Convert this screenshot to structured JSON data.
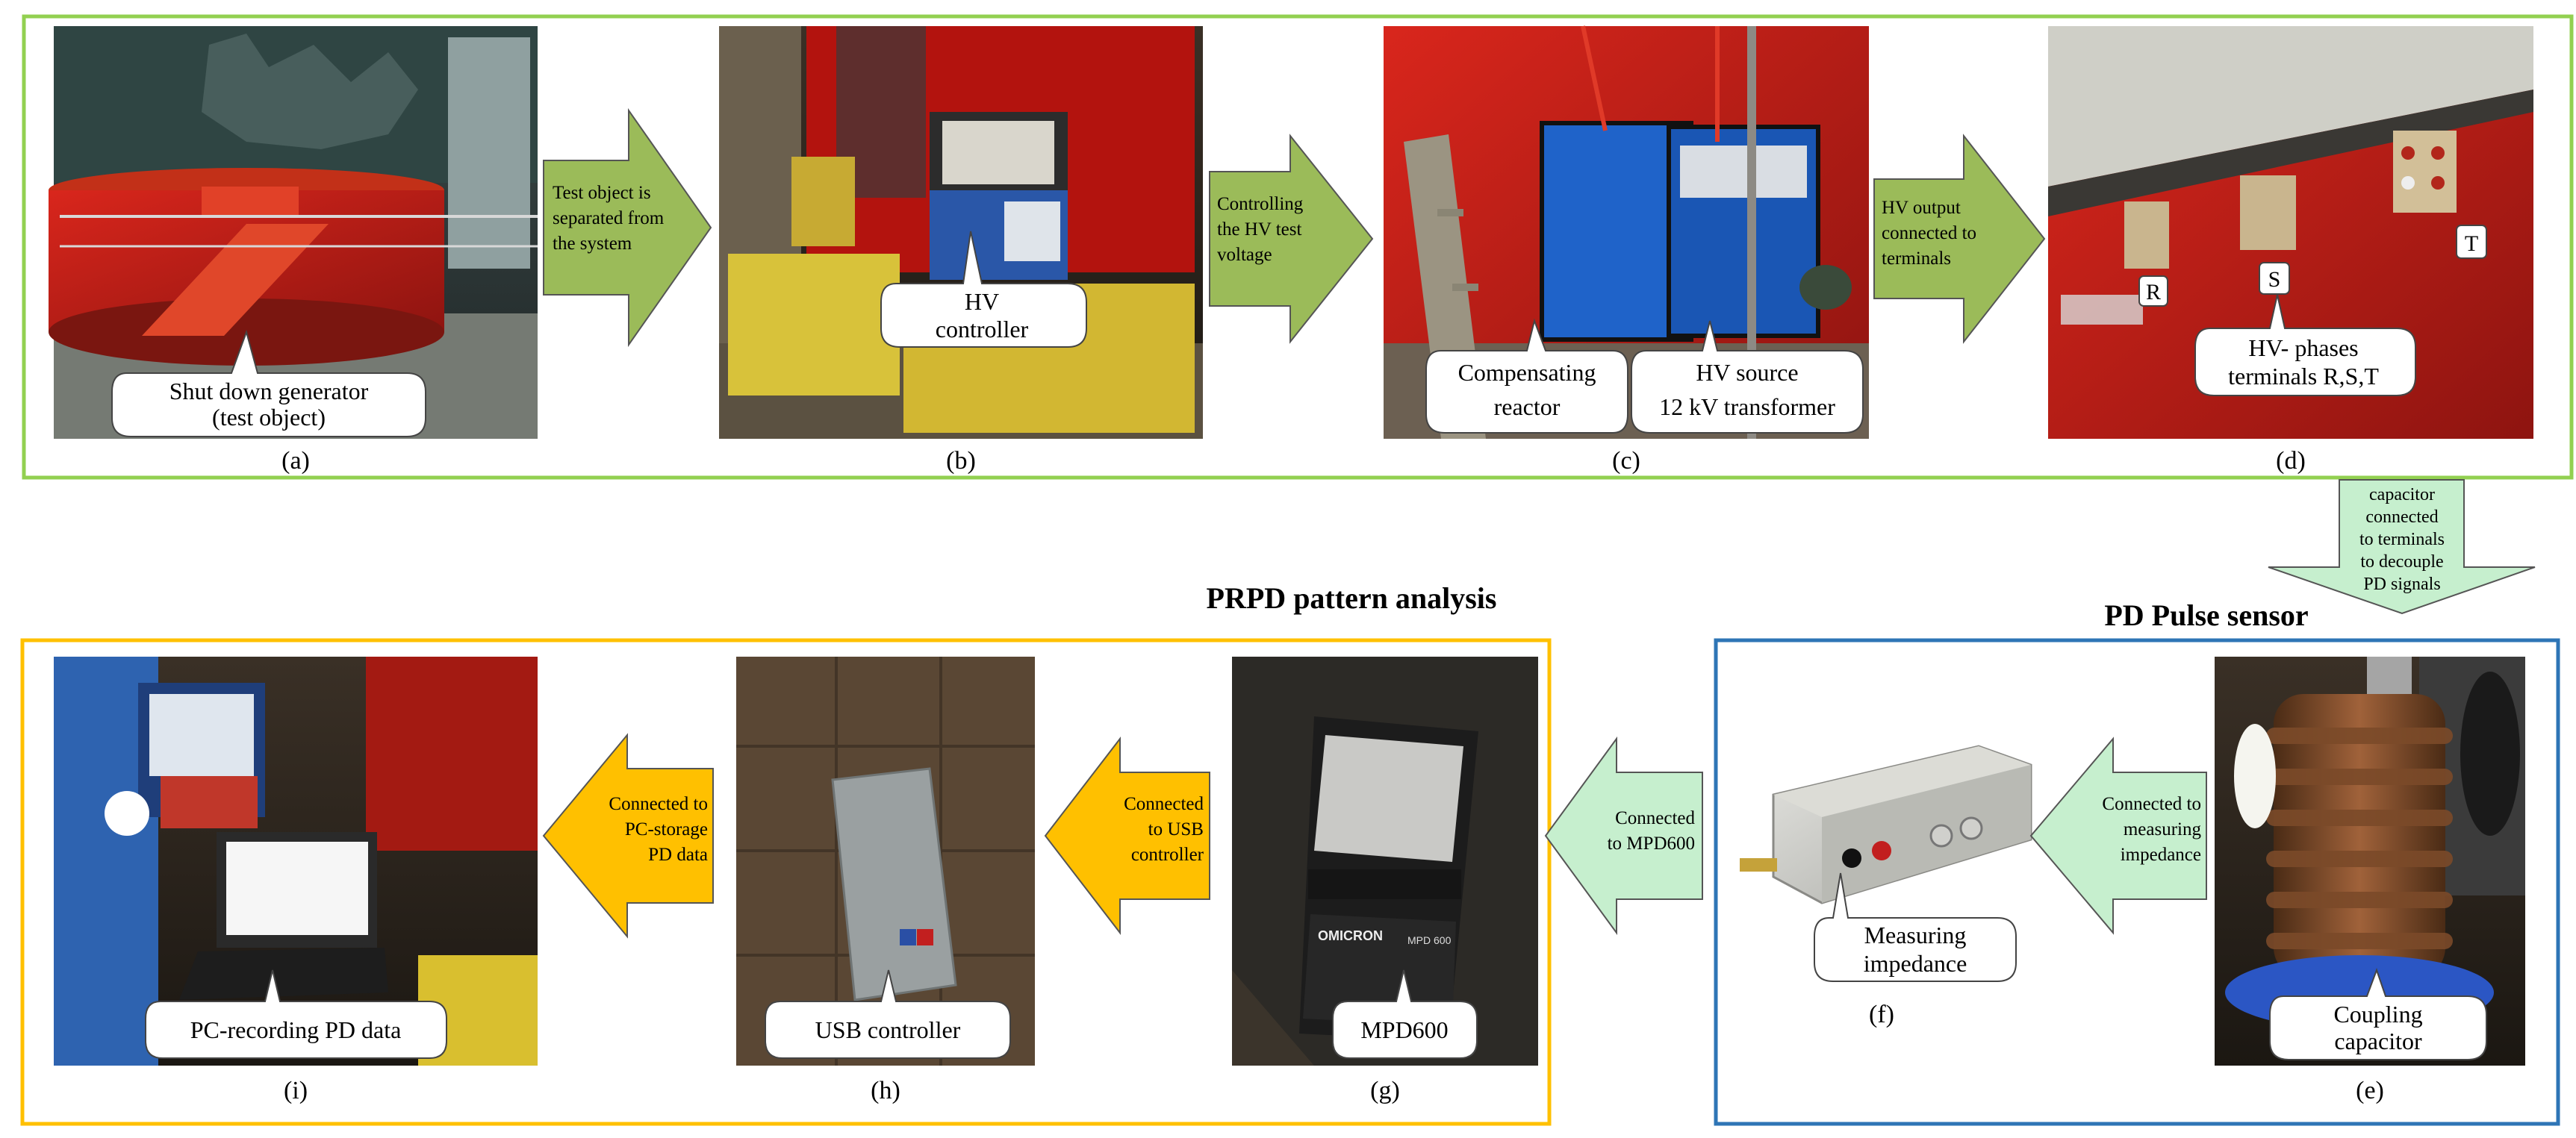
{
  "figure": {
    "panels": [
      {
        "id": "a",
        "caption": "(a)",
        "callout": [
          "Shut down generator",
          "(test object)"
        ]
      },
      {
        "id": "b",
        "caption": "(b)",
        "callout": [
          "HV",
          "controller"
        ]
      },
      {
        "id": "c",
        "caption": "(c)",
        "callout": [
          "Compensating",
          "reactor"
        ],
        "callout2": [
          "HV source",
          "12 kV transformer"
        ]
      },
      {
        "id": "d",
        "caption": "(d)",
        "callout": [
          "HV- phases",
          "terminals R,S,T"
        ],
        "terminal_labels": [
          "R",
          "S",
          "T"
        ]
      },
      {
        "id": "e",
        "caption": "(e)",
        "callout": [
          "Coupling",
          "capacitor"
        ]
      },
      {
        "id": "f",
        "caption": "(f)",
        "callout": [
          "Measuring",
          "impedance"
        ]
      },
      {
        "id": "g",
        "caption": "(g)",
        "callout": [
          "MPD600"
        ],
        "device_labels": [
          "OMICRON",
          "MPD 600"
        ]
      },
      {
        "id": "h",
        "caption": "(h)",
        "callout": [
          "USB controller"
        ]
      },
      {
        "id": "i",
        "caption": "(i)",
        "callout": [
          "PC-recording PD data"
        ]
      }
    ],
    "arrows": [
      {
        "id": "a-b",
        "text": [
          "Test object is",
          "separated from",
          "the system"
        ],
        "color": "#9bbb59"
      },
      {
        "id": "b-c",
        "text": [
          "Controlling",
          "the HV test",
          "voltage"
        ],
        "color": "#9bbb59"
      },
      {
        "id": "c-d",
        "text": [
          "HV output",
          "connected to",
          "terminals"
        ],
        "color": "#9bbb59"
      },
      {
        "id": "d-e",
        "text": [
          "capacitor",
          "connected",
          "to terminals",
          "to decouple",
          "PD signals"
        ],
        "color": "#c6efce"
      },
      {
        "id": "e-f",
        "text": [
          "Connected to",
          "measuring",
          "impedance"
        ],
        "color": "#c6efce"
      },
      {
        "id": "f-g",
        "text": [
          "Connected",
          "to MPD600"
        ],
        "color": "#c6efce"
      },
      {
        "id": "g-h",
        "text": [
          "Connected",
          "to USB",
          "controller"
        ],
        "color": "#ffc000"
      },
      {
        "id": "h-i",
        "text": [
          "Connected to",
          "PC-storage",
          "PD data"
        ],
        "color": "#ffc000"
      }
    ],
    "group_titles": {
      "prpd": "PRPD pattern analysis",
      "sensor": "PD Pulse sensor"
    },
    "frame_colors": {
      "top": "#92d050",
      "prpd": "#ffc000",
      "sensor": "#2e75b6"
    }
  }
}
